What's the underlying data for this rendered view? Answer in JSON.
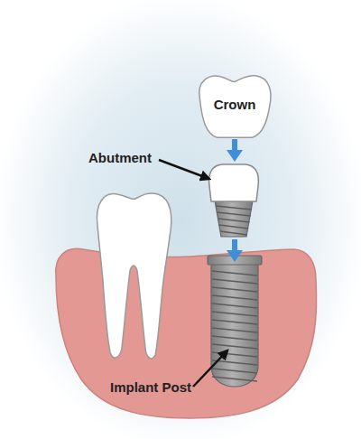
{
  "diagram": {
    "nodes": [
      {
        "text": [
          "Crown"
        ]
      }
    ],
    "labels": [
      "Abutment",
      "Implant Post"
    ]
  }
}
